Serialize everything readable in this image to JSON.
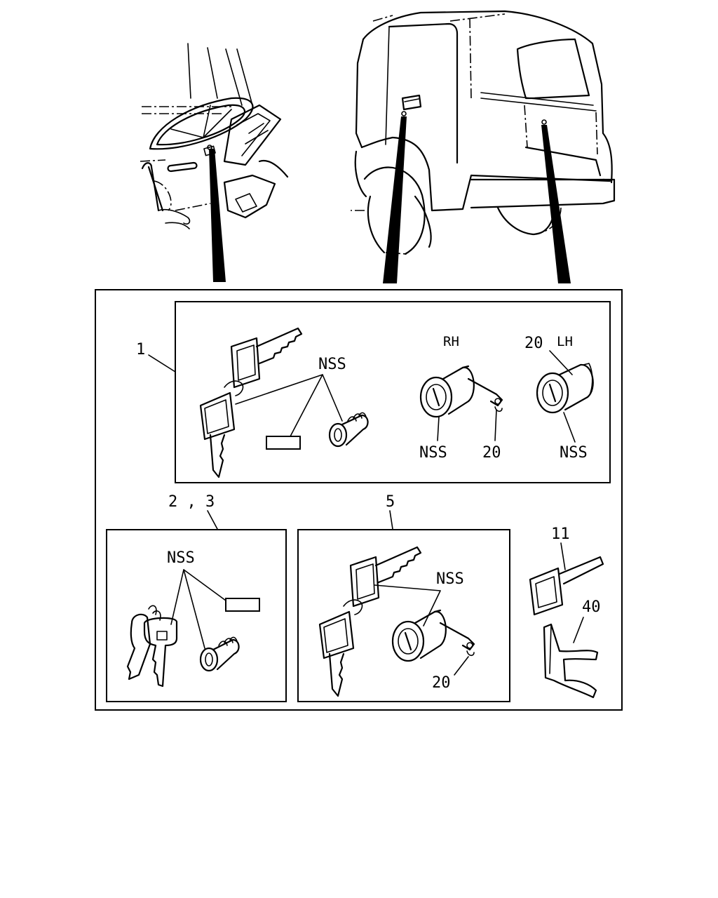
{
  "labels": {
    "ref1": "1",
    "ref23": "2 , 3",
    "ref5": "5",
    "ref11": "11",
    "ref40": "40",
    "rh": "RH",
    "lh": "LH",
    "nss": "NSS",
    "part20": "20"
  },
  "colors": {
    "ink": "#000000",
    "paper": "#ffffff"
  }
}
